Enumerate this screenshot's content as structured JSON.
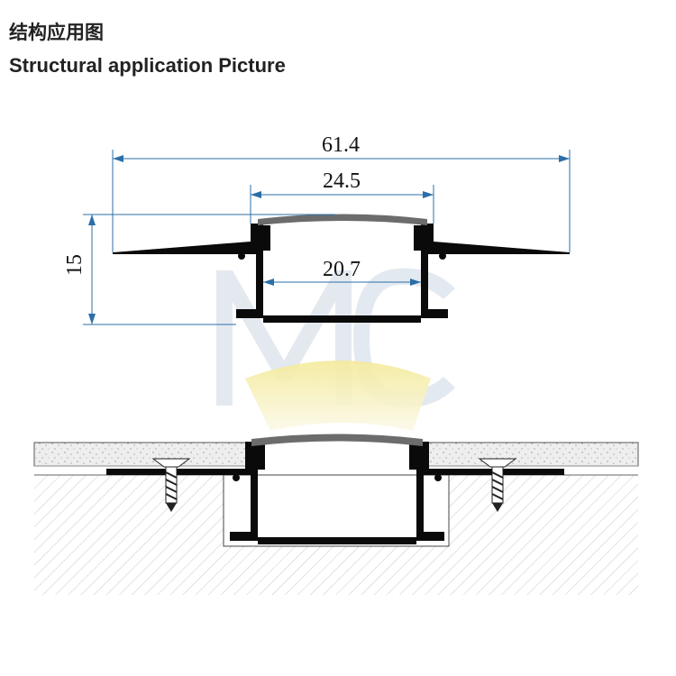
{
  "header": {
    "title_cn": "结构应用图",
    "title_en": "Structural application Picture"
  },
  "dimensions": {
    "overall_width": "61.4",
    "cover_width": "24.5",
    "inner_width": "20.7",
    "height": "15"
  },
  "watermark": {
    "text": "MC",
    "color": "#9fb2c9"
  },
  "colors": {
    "profile": "#0a0a0a",
    "diffuser": "#6c6c6c",
    "dimension_line": "#2a6fa8",
    "light_glow": "#f7f0b8"
  }
}
